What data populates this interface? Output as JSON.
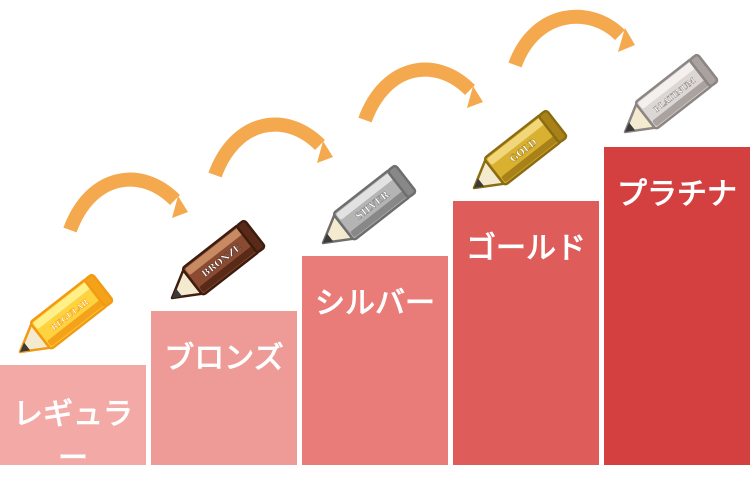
{
  "tiers": [
    {
      "name": "レギュラー",
      "pencil_label": "REGULAR",
      "step_color": "#f3aaa7",
      "pencil_colors": {
        "body": "#ffd23f",
        "light": "#fff08a",
        "dark": "#f4a21a",
        "outline": "#f29a12"
      }
    },
    {
      "name": "ブロンズ",
      "pencil_label": "BRONZE",
      "step_color": "#ee9a97",
      "pencil_colors": {
        "body": "#8b4a32",
        "light": "#c88a62",
        "dark": "#5a2a18",
        "outline": "#3e1d10"
      }
    },
    {
      "name": "シルバー",
      "pencil_label": "SILVER",
      "step_color": "#e97b78",
      "pencil_colors": {
        "body": "#b4b4b4",
        "light": "#e2e2e2",
        "dark": "#888888",
        "outline": "#6e6e6e"
      }
    },
    {
      "name": "ゴールド",
      "pencil_label": "GOLD",
      "step_color": "#de5d5b",
      "pencil_colors": {
        "body": "#d9b030",
        "light": "#f1d77a",
        "dark": "#a88218",
        "outline": "#8c6c10"
      }
    },
    {
      "name": "プラチナ",
      "pencil_label": "PLATINUM",
      "step_color": "#d3403f",
      "pencil_colors": {
        "body": "#dcd6d4",
        "light": "#f4f0ee",
        "dark": "#aaa29f",
        "outline": "#8b8583"
      }
    }
  ],
  "arrow_color": "#f5a94e"
}
